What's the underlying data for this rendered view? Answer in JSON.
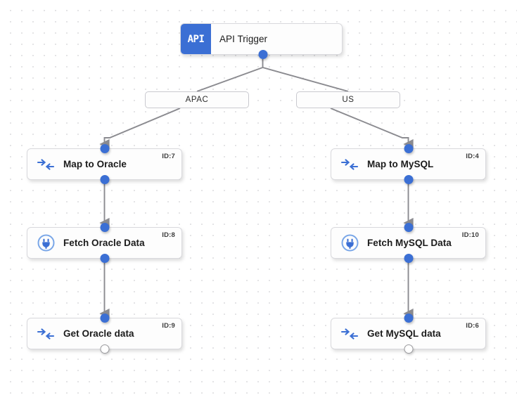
{
  "canvas": {
    "background": "#ffffff",
    "grid_dot_color": "#e4e4e6",
    "accent_color": "#3b6fd4",
    "edge_color": "#8b8b90"
  },
  "trigger": {
    "badge_text": "API",
    "label": "API Trigger",
    "icon": "api-badge-icon"
  },
  "branches": [
    {
      "label": "APAC"
    },
    {
      "label": "US"
    }
  ],
  "nodes": [
    {
      "label": "Map to Oracle",
      "id_text": "ID:7",
      "icon": "map-transform-icon",
      "branch": "APAC"
    },
    {
      "label": "Fetch Oracle Data",
      "id_text": "ID:8",
      "icon": "plug-connector-icon",
      "branch": "APAC"
    },
    {
      "label": "Get Oracle data",
      "id_text": "ID:9",
      "icon": "map-transform-icon",
      "branch": "APAC"
    },
    {
      "label": "Map to MySQL",
      "id_text": "ID:4",
      "icon": "map-transform-icon",
      "branch": "US"
    },
    {
      "label": "Fetch MySQL Data",
      "id_text": "ID:10",
      "icon": "plug-connector-icon",
      "branch": "US"
    },
    {
      "label": "Get MySQL data",
      "id_text": "ID:6",
      "icon": "map-transform-icon",
      "branch": "US"
    }
  ]
}
